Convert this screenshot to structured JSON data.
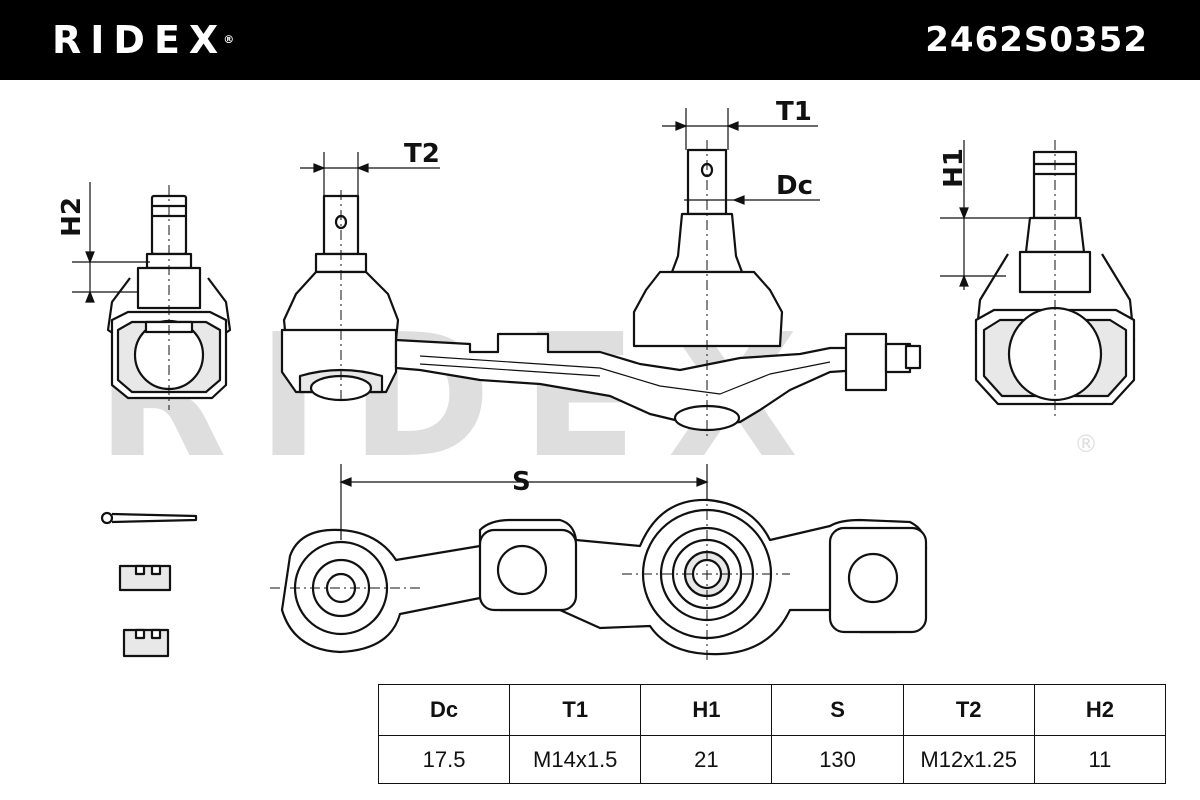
{
  "header": {
    "brand": "RIDEX",
    "brand_mark": "®",
    "part_number": "2462S0352",
    "background": "#000000",
    "text_color": "#ffffff"
  },
  "dimension_labels": {
    "h2": "H2",
    "t2": "T2",
    "t1": "T1",
    "dc": "Dc",
    "h1": "H1",
    "s": "S"
  },
  "watermark": {
    "text": "RIDEX",
    "mark": "®",
    "color": "#d9d9d9"
  },
  "spec_table": {
    "headers": [
      "Dc",
      "T1",
      "H1",
      "S",
      "T2",
      "H2"
    ],
    "values": [
      "17.5",
      "M14x1.5",
      "21",
      "130",
      "M12x1.25",
      "11"
    ]
  },
  "colors": {
    "line": "#111111",
    "shade": "#e8e8e8"
  }
}
